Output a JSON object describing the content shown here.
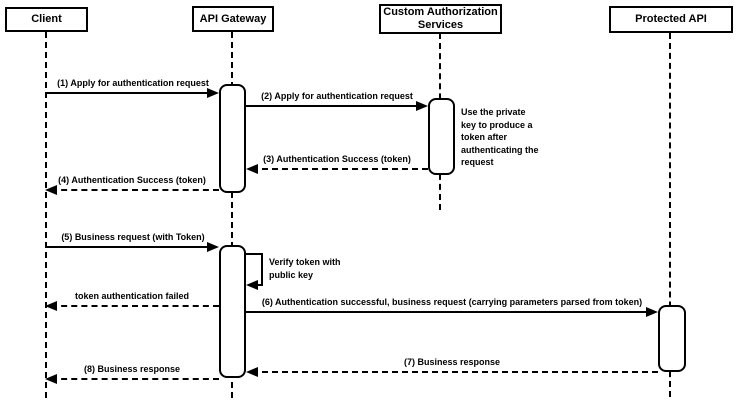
{
  "colors": {
    "stroke": "#000000",
    "fill": "#ffffff",
    "text": "#000000"
  },
  "actors": [
    {
      "label": "Client"
    },
    {
      "label": "API Gateway"
    },
    {
      "label": "Custom Authorization Services"
    },
    {
      "label": "Protected API"
    }
  ],
  "messages": [
    {
      "label": "(1) Apply for authentication request",
      "from": "Client",
      "to": "API Gateway",
      "style": "solid"
    },
    {
      "label": "(2) Apply for authentication request",
      "from": "API Gateway",
      "to": "Custom Authorization Services",
      "style": "solid"
    },
    {
      "label": "(3) Authentication Success (token)",
      "from": "Custom Authorization Services",
      "to": "API Gateway",
      "style": "dashed"
    },
    {
      "label": "(4) Authentication Success (token)",
      "from": "API Gateway",
      "to": "Client",
      "style": "dashed"
    },
    {
      "label": "(5) Business request (with Token)",
      "from": "Client",
      "to": "API Gateway",
      "style": "solid"
    },
    {
      "label": "token authentication failed",
      "from": "API Gateway",
      "to": "Client",
      "style": "dashed"
    },
    {
      "label": "(6) Authentication successful, business request (carrying parameters parsed from token)",
      "from": "API Gateway",
      "to": "Protected API",
      "style": "solid"
    },
    {
      "label": "(7) Business response",
      "from": "Protected API",
      "to": "API Gateway",
      "style": "dashed"
    },
    {
      "label": "(8) Business response",
      "from": "API Gateway",
      "to": "Client",
      "style": "dashed"
    }
  ],
  "self_message": {
    "label": "Verify token with public key",
    "actor": "API Gateway"
  },
  "note": {
    "text": "Use the private key to produce a token after authenticating the request"
  }
}
